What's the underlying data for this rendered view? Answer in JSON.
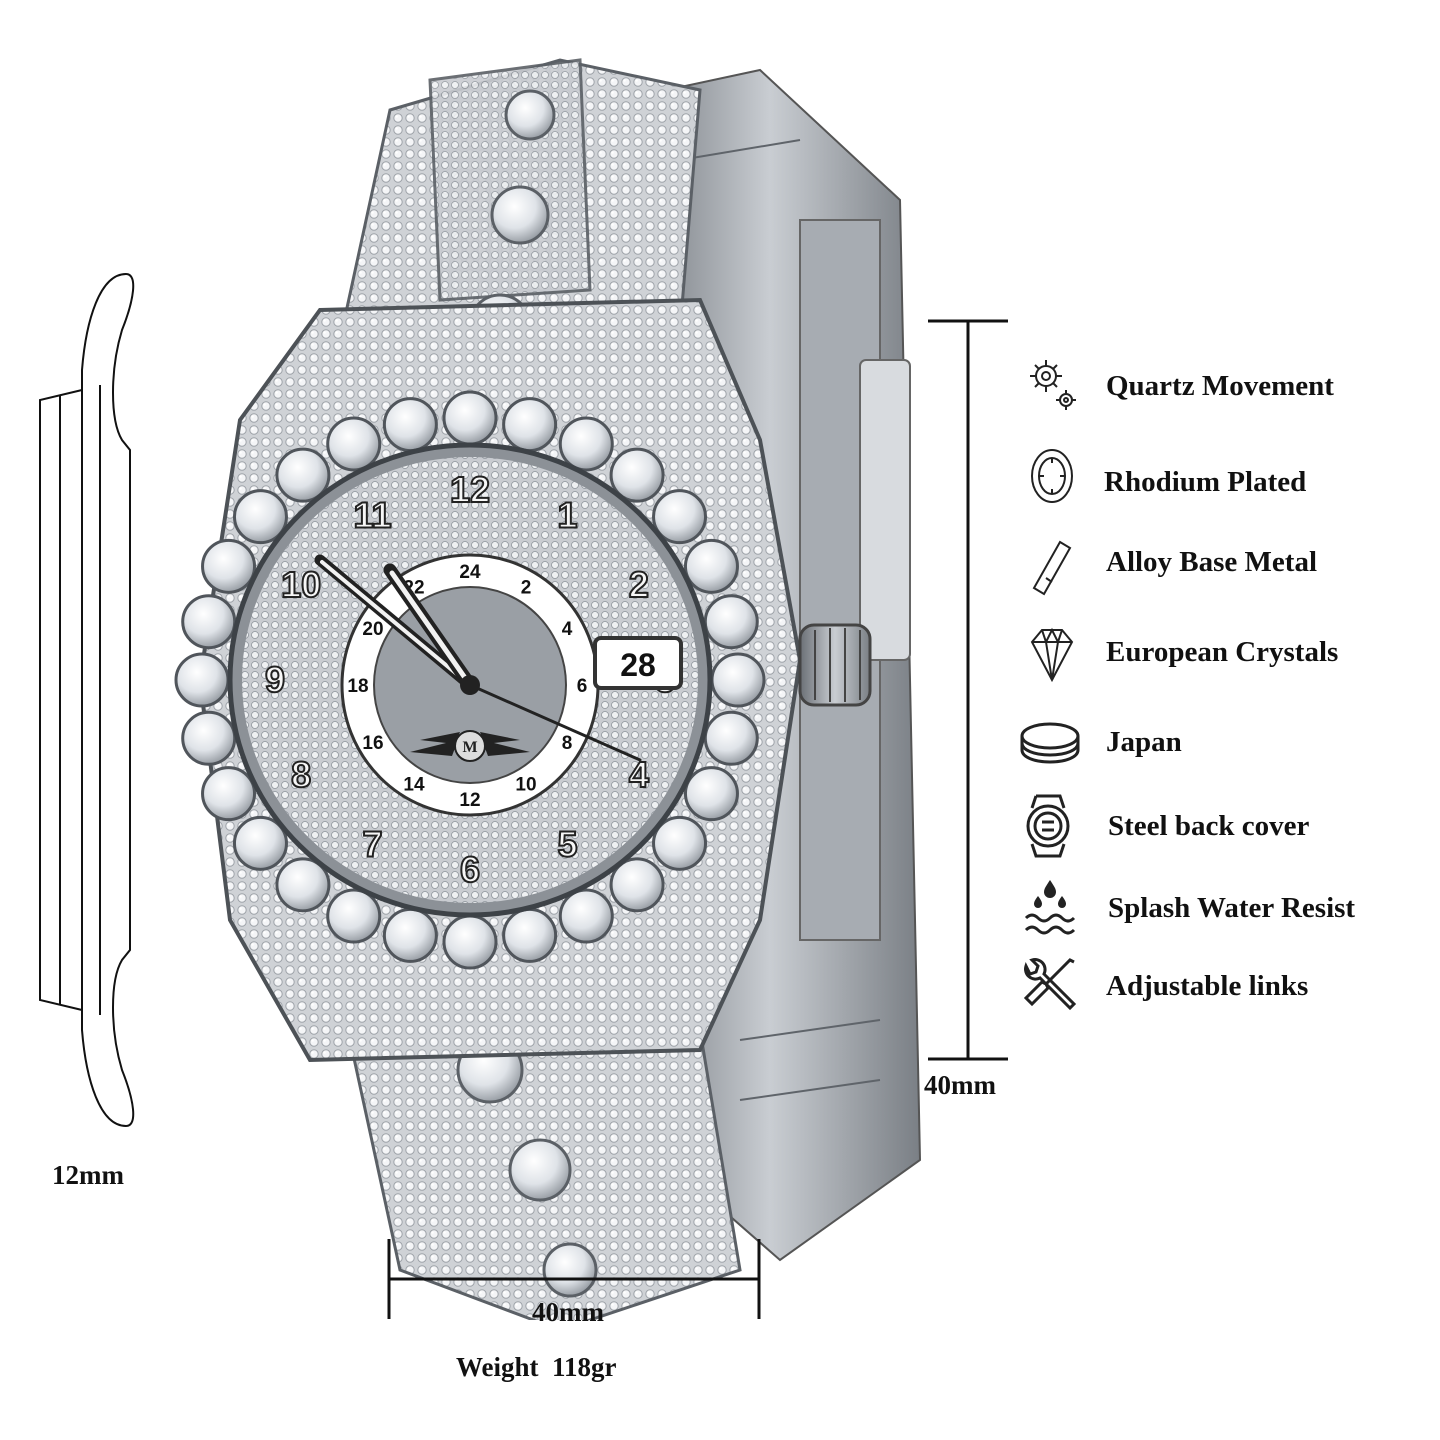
{
  "features": [
    {
      "icon": "gears-icon",
      "label": "Quartz Movement"
    },
    {
      "icon": "plated-disc-icon",
      "label": "Rhodium Plated"
    },
    {
      "icon": "stylus-icon",
      "label": "Alloy Base Metal"
    },
    {
      "icon": "diamond-icon",
      "label": "European Crystals"
    },
    {
      "icon": "battery-icon",
      "label": "Japan"
    },
    {
      "icon": "watch-back-icon",
      "label": "Steel back cover"
    },
    {
      "icon": "water-drops-icon",
      "label": "Splash Water Resist"
    },
    {
      "icon": "tools-icon",
      "label": "Adjustable links"
    }
  ],
  "dimensions": {
    "thickness": "12mm",
    "height": "40mm",
    "width": "40mm"
  },
  "weight": {
    "label": "Weight",
    "value": "118gr"
  },
  "watch_face": {
    "date": "28",
    "hour_numerals": [
      "12",
      "1",
      "2",
      "3",
      "4",
      "5",
      "6",
      "7",
      "8",
      "9",
      "10",
      "11"
    ],
    "gmt_ring": [
      "24",
      "2",
      "4",
      "6",
      "8",
      "10",
      "12",
      "14",
      "16",
      "18",
      "20",
      "22"
    ]
  }
}
